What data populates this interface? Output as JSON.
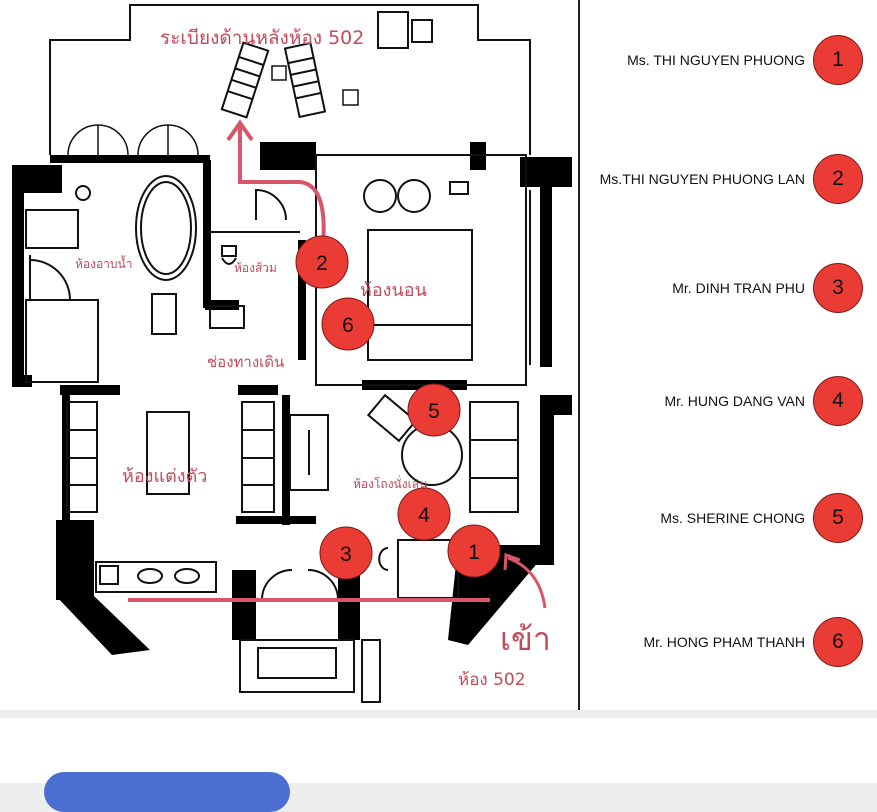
{
  "floorplan": {
    "title": "ระเบียงด้านหลังห้อง 502",
    "rooms": {
      "bathroom": "ห้องอาบน้ำ",
      "toilet": "ห้องส้วม",
      "bedroom": "ห้องนอน",
      "corridor": "ช่องทางเดิน",
      "dressing_room": "ห้องแต่งตัว",
      "play_room": "ห้องโถงนั่งเล่น"
    },
    "entrance_label": "เข้า",
    "room_label": "ห้อง 502",
    "markers": [
      "1",
      "2",
      "3",
      "4",
      "5",
      "6"
    ]
  },
  "legend": [
    {
      "name": "Ms. THI NGUYEN PHUONG",
      "number": "1"
    },
    {
      "name": "Ms.THI NGUYEN PHUONG LAN",
      "number": "2"
    },
    {
      "name": "Mr. DINH TRAN PHU",
      "number": "3"
    },
    {
      "name": "Mr. HUNG DANG VAN",
      "number": "4"
    },
    {
      "name": "Ms. SHERINE CHONG",
      "number": "5"
    },
    {
      "name": "Mr. HONG PHAM THANH",
      "number": "6"
    }
  ],
  "colors": {
    "marker": "#ea3b35",
    "route": "#d9566a",
    "walls": "#000000"
  }
}
